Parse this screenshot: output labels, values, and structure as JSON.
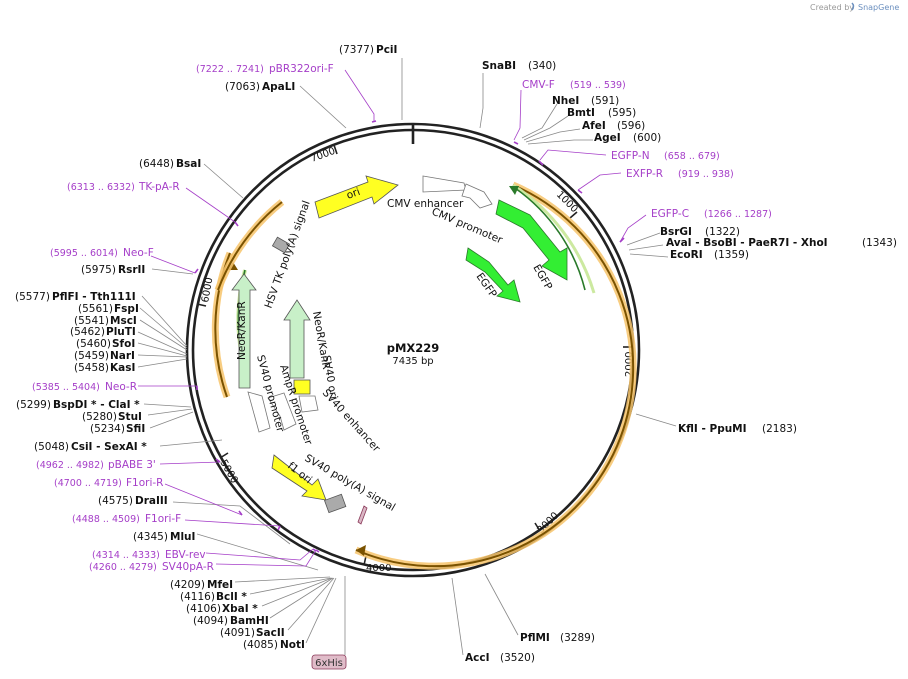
{
  "credit": {
    "prefix": "Created by",
    "brand": "SnapGene"
  },
  "plasmid": {
    "name": "pMX229",
    "length_label": "7435 bp",
    "length": 7435
  },
  "colors": {
    "backbone": "#222222",
    "primer": "#a53ec8",
    "orf": "#e8a33c",
    "egfp": "#33ee33",
    "yellow": "#ffff22",
    "neo": "#c8f0c8",
    "promoter": "#ffffff"
  },
  "ticks": [
    "1000",
    "2000",
    "3000",
    "4000",
    "5000",
    "6000",
    "7000"
  ],
  "sites": [
    {
      "name": "PciI",
      "pos": "(7377)"
    },
    {
      "name": "SnaBI",
      "pos": "(340)"
    },
    {
      "name": "NheI",
      "pos": "(591)"
    },
    {
      "name": "BmtI",
      "pos": "(595)"
    },
    {
      "name": "AfeI",
      "pos": "(596)"
    },
    {
      "name": "AgeI",
      "pos": "(600)"
    },
    {
      "name": "BsrGI",
      "pos": "(1322)"
    },
    {
      "name": "AvaI - BsoBI - PaeR7I - XhoI",
      "pos": "(1343)"
    },
    {
      "name": "EcoRI",
      "pos": "(1359)"
    },
    {
      "name": "KflI - PpuMI",
      "pos": "(2183)"
    },
    {
      "name": "PflMI",
      "pos": "(3289)"
    },
    {
      "name": "AccI",
      "pos": "(3520)"
    },
    {
      "name": "NotI",
      "pos": "(4085)"
    },
    {
      "name": "SacII",
      "pos": "(4091)"
    },
    {
      "name": "BamHI",
      "pos": "(4094)"
    },
    {
      "name": "XbaI *",
      "pos": "(4106)"
    },
    {
      "name": "BclI *",
      "pos": "(4116)"
    },
    {
      "name": "MfeI",
      "pos": "(4209)"
    },
    {
      "name": "MluI",
      "pos": "(4345)"
    },
    {
      "name": "DraIII",
      "pos": "(4575)"
    },
    {
      "name": "CsiI - SexAI *",
      "pos": "(5048)"
    },
    {
      "name": "SfiI",
      "pos": "(5234)"
    },
    {
      "name": "StuI",
      "pos": "(5280)"
    },
    {
      "name": "BspDI * - ClaI *",
      "pos": "(5299)"
    },
    {
      "name": "KasI",
      "pos": "(5458)"
    },
    {
      "name": "NarI",
      "pos": "(5459)"
    },
    {
      "name": "SfoI",
      "pos": "(5460)"
    },
    {
      "name": "PluTI",
      "pos": "(5462)"
    },
    {
      "name": "MscI",
      "pos": "(5541)"
    },
    {
      "name": "FspI",
      "pos": "(5561)"
    },
    {
      "name": "PflFI - Tth111I",
      "pos": "(5577)"
    },
    {
      "name": "RsrII",
      "pos": "(5975)"
    },
    {
      "name": "BsaI",
      "pos": "(6448)"
    },
    {
      "name": "ApaLI",
      "pos": "(7063)"
    }
  ],
  "primers": [
    {
      "name": "pBR322ori-F",
      "range": "(7222 .. 7241)"
    },
    {
      "name": "CMV-F",
      "range": "(519 .. 539)"
    },
    {
      "name": "EGFP-N",
      "range": "(658 .. 679)"
    },
    {
      "name": "EXFP-R",
      "range": "(919 .. 938)"
    },
    {
      "name": "EGFP-C",
      "range": "(1266 .. 1287)"
    },
    {
      "name": "TK-pA-R",
      "range": "(6313 .. 6332)"
    },
    {
      "name": "Neo-F",
      "range": "(5995 .. 6014)"
    },
    {
      "name": "Neo-R",
      "range": "(5385 .. 5404)"
    },
    {
      "name": "pBABE 3'",
      "range": "(4962 .. 4982)"
    },
    {
      "name": "F1ori-R",
      "range": "(4700 .. 4719)"
    },
    {
      "name": "F1ori-F",
      "range": "(4488 .. 4509)"
    },
    {
      "name": "EBV-rev",
      "range": "(4314 .. 4333)"
    },
    {
      "name": "SV40pA-R",
      "range": "(4260 .. 4279)"
    }
  ],
  "features": {
    "ori": "ori",
    "cmv_enhancer": "CMV enhancer",
    "cmv_promoter": "CMV promoter",
    "egfp_inner": "EGFP",
    "egfp_outer": "EGFP",
    "hsv_tk": "HSV TK poly(A) signal",
    "neo_outer": "NeoR/KanR",
    "neo_inner": "NeoR/KanR",
    "sv40_ori": "SV40 ori",
    "sv40_enhancer": "SV40 enhancer",
    "sv40_promoter": "SV40 promoter",
    "ampr_promoter": "AmpR promoter",
    "f1_ori": "f1 ori",
    "sv40_polya": "SV40 poly(A) signal",
    "his_tag": "6xHis"
  }
}
